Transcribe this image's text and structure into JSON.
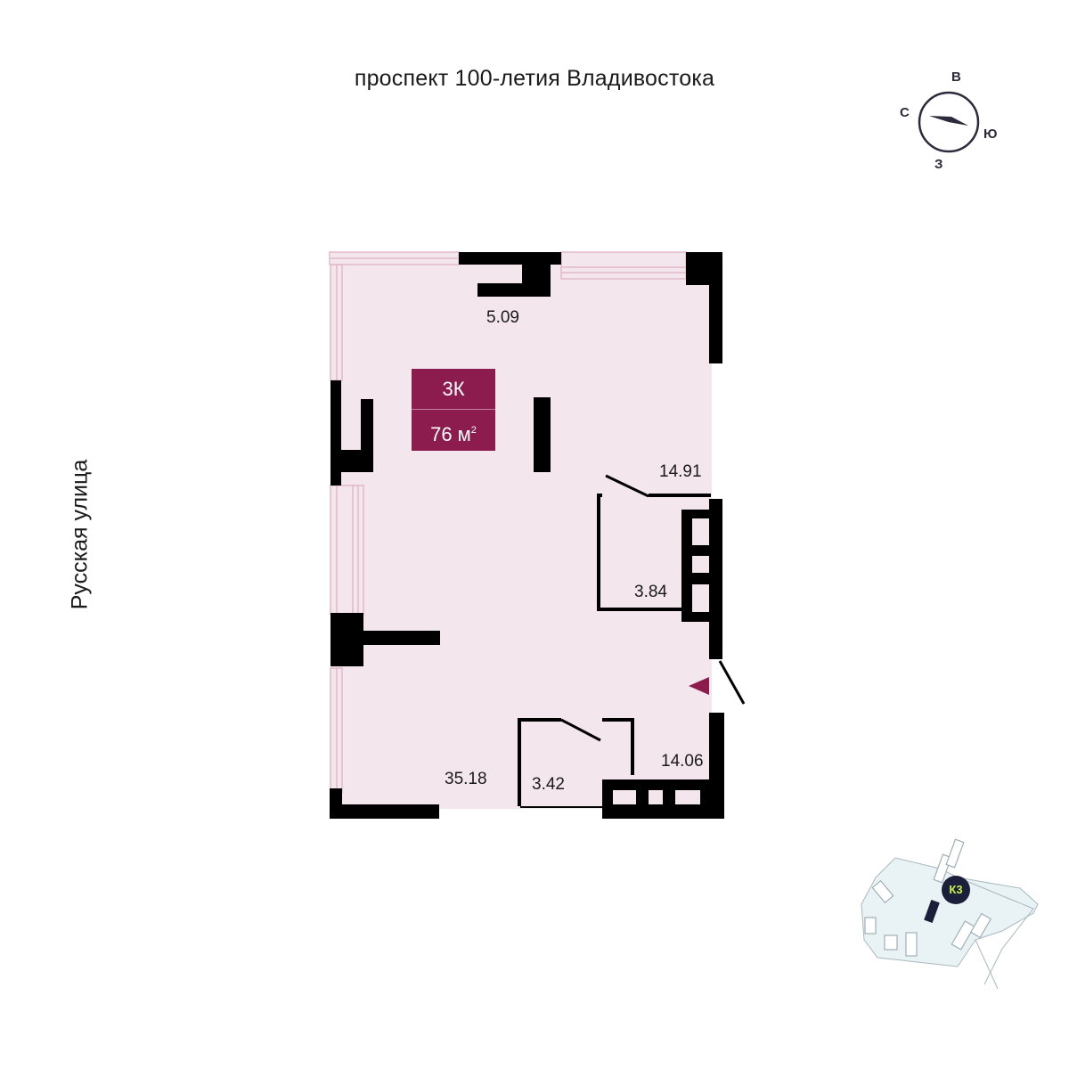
{
  "streets": {
    "top": "проспект 100-летия Владивостока",
    "left": "Русская улица"
  },
  "compass": {
    "north": "В",
    "west": "С",
    "east": "Ю",
    "south": "З"
  },
  "apartment": {
    "rooms_label": "3К",
    "area_value": "76 м",
    "area_unit_sup": "2"
  },
  "room_areas": {
    "top_room": "5.09",
    "right_room": "14.91",
    "bathroom_right": "3.84",
    "main_room": "35.18",
    "bathroom_bottom": "3.42",
    "hall": "14.06"
  },
  "minimap": {
    "building_label": "К3"
  },
  "colors": {
    "floor": "#f3e6ed",
    "wall": "#000000",
    "accent": "#8d1c4e",
    "map_fill": "#e9f2f5",
    "map_badge": "#c6f14a"
  },
  "icons": [
    "compass-needle-icon",
    "entrance-arrow-icon",
    "building-marker-icon"
  ]
}
